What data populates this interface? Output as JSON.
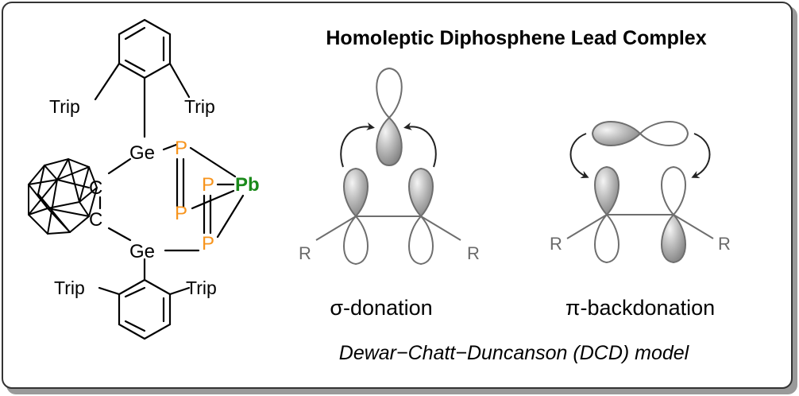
{
  "title": "Homoleptic Diphosphene Lead Complex",
  "molecule": {
    "substituent_top_left": "Trip",
    "substituent_top_right": "Trip",
    "substituent_bottom_left": "Trip",
    "substituent_bottom_right": "Trip",
    "germanium_top": "Ge",
    "germanium_bottom": "Ge",
    "carbon_top": "C",
    "carbon_bottom": "C",
    "phosphorus_1": "P",
    "phosphorus_2": "P",
    "phosphorus_3": "P",
    "phosphorus_4": "P",
    "lead": "Pb"
  },
  "sigma_panel": {
    "r_left": "R",
    "r_right": "R",
    "caption": "σ-donation"
  },
  "pi_panel": {
    "r_left": "R",
    "r_right": "R",
    "caption": "π-backdonation"
  },
  "model_label": "Dewar−Chatt−Duncanson (DCD) model",
  "colors": {
    "phosphorus": "#f7941d",
    "lead": "#1a8a1a",
    "frame": "#333333",
    "orbital_outline": "#6e6e6e",
    "orbital_fill_dark": "#8c8c8c",
    "orbital_fill_light": "#f2f2f2"
  }
}
